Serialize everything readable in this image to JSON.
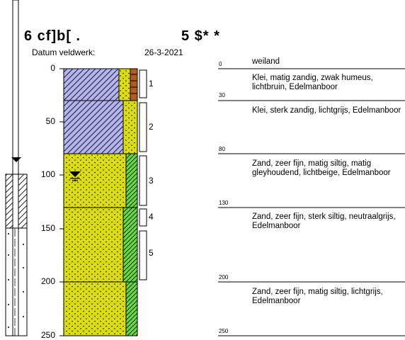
{
  "header": {
    "title": "6 cf]b[ .",
    "elevation": "5 $* *",
    "date_label": "Datum veldwerk:",
    "date_value": "26-3-2021"
  },
  "depth_axis": {
    "ticks": [
      "0",
      "50",
      "100",
      "150",
      "200",
      "250"
    ]
  },
  "samples": [
    {
      "label": "1"
    },
    {
      "label": "2"
    },
    {
      "label": "3"
    },
    {
      "label": "4"
    },
    {
      "label": "5"
    }
  ],
  "layers": [
    {
      "depth": "0",
      "description": "weiland"
    },
    {
      "depth": "",
      "description": "Klei, matig zandig, zwak humeus, lichtbruin,  Edelmanboor"
    },
    {
      "depth": "30",
      "description": "Klei, sterk zandig, lichtgrijs, Edelmanboor"
    },
    {
      "depth": "80",
      "description": "Zand, zeer fijn, matig siltig, matig gleyhoudend,  lichtbeige, Edelmanboor"
    },
    {
      "depth": "130",
      "description": "Zand, zeer fijn, sterk siltig, neutraalgrijs,  Edelmanboor"
    },
    {
      "depth": "200",
      "description": "Zand, zeer fijn, matig siltig, lichtgrijs,  Edelmanboor"
    },
    {
      "depth": "250",
      "description": ""
    }
  ],
  "colors": {
    "clay": "#b4b4f0",
    "sand": "#dcdc14",
    "humus": "#b45a1e",
    "silt": "#64dc3c"
  }
}
